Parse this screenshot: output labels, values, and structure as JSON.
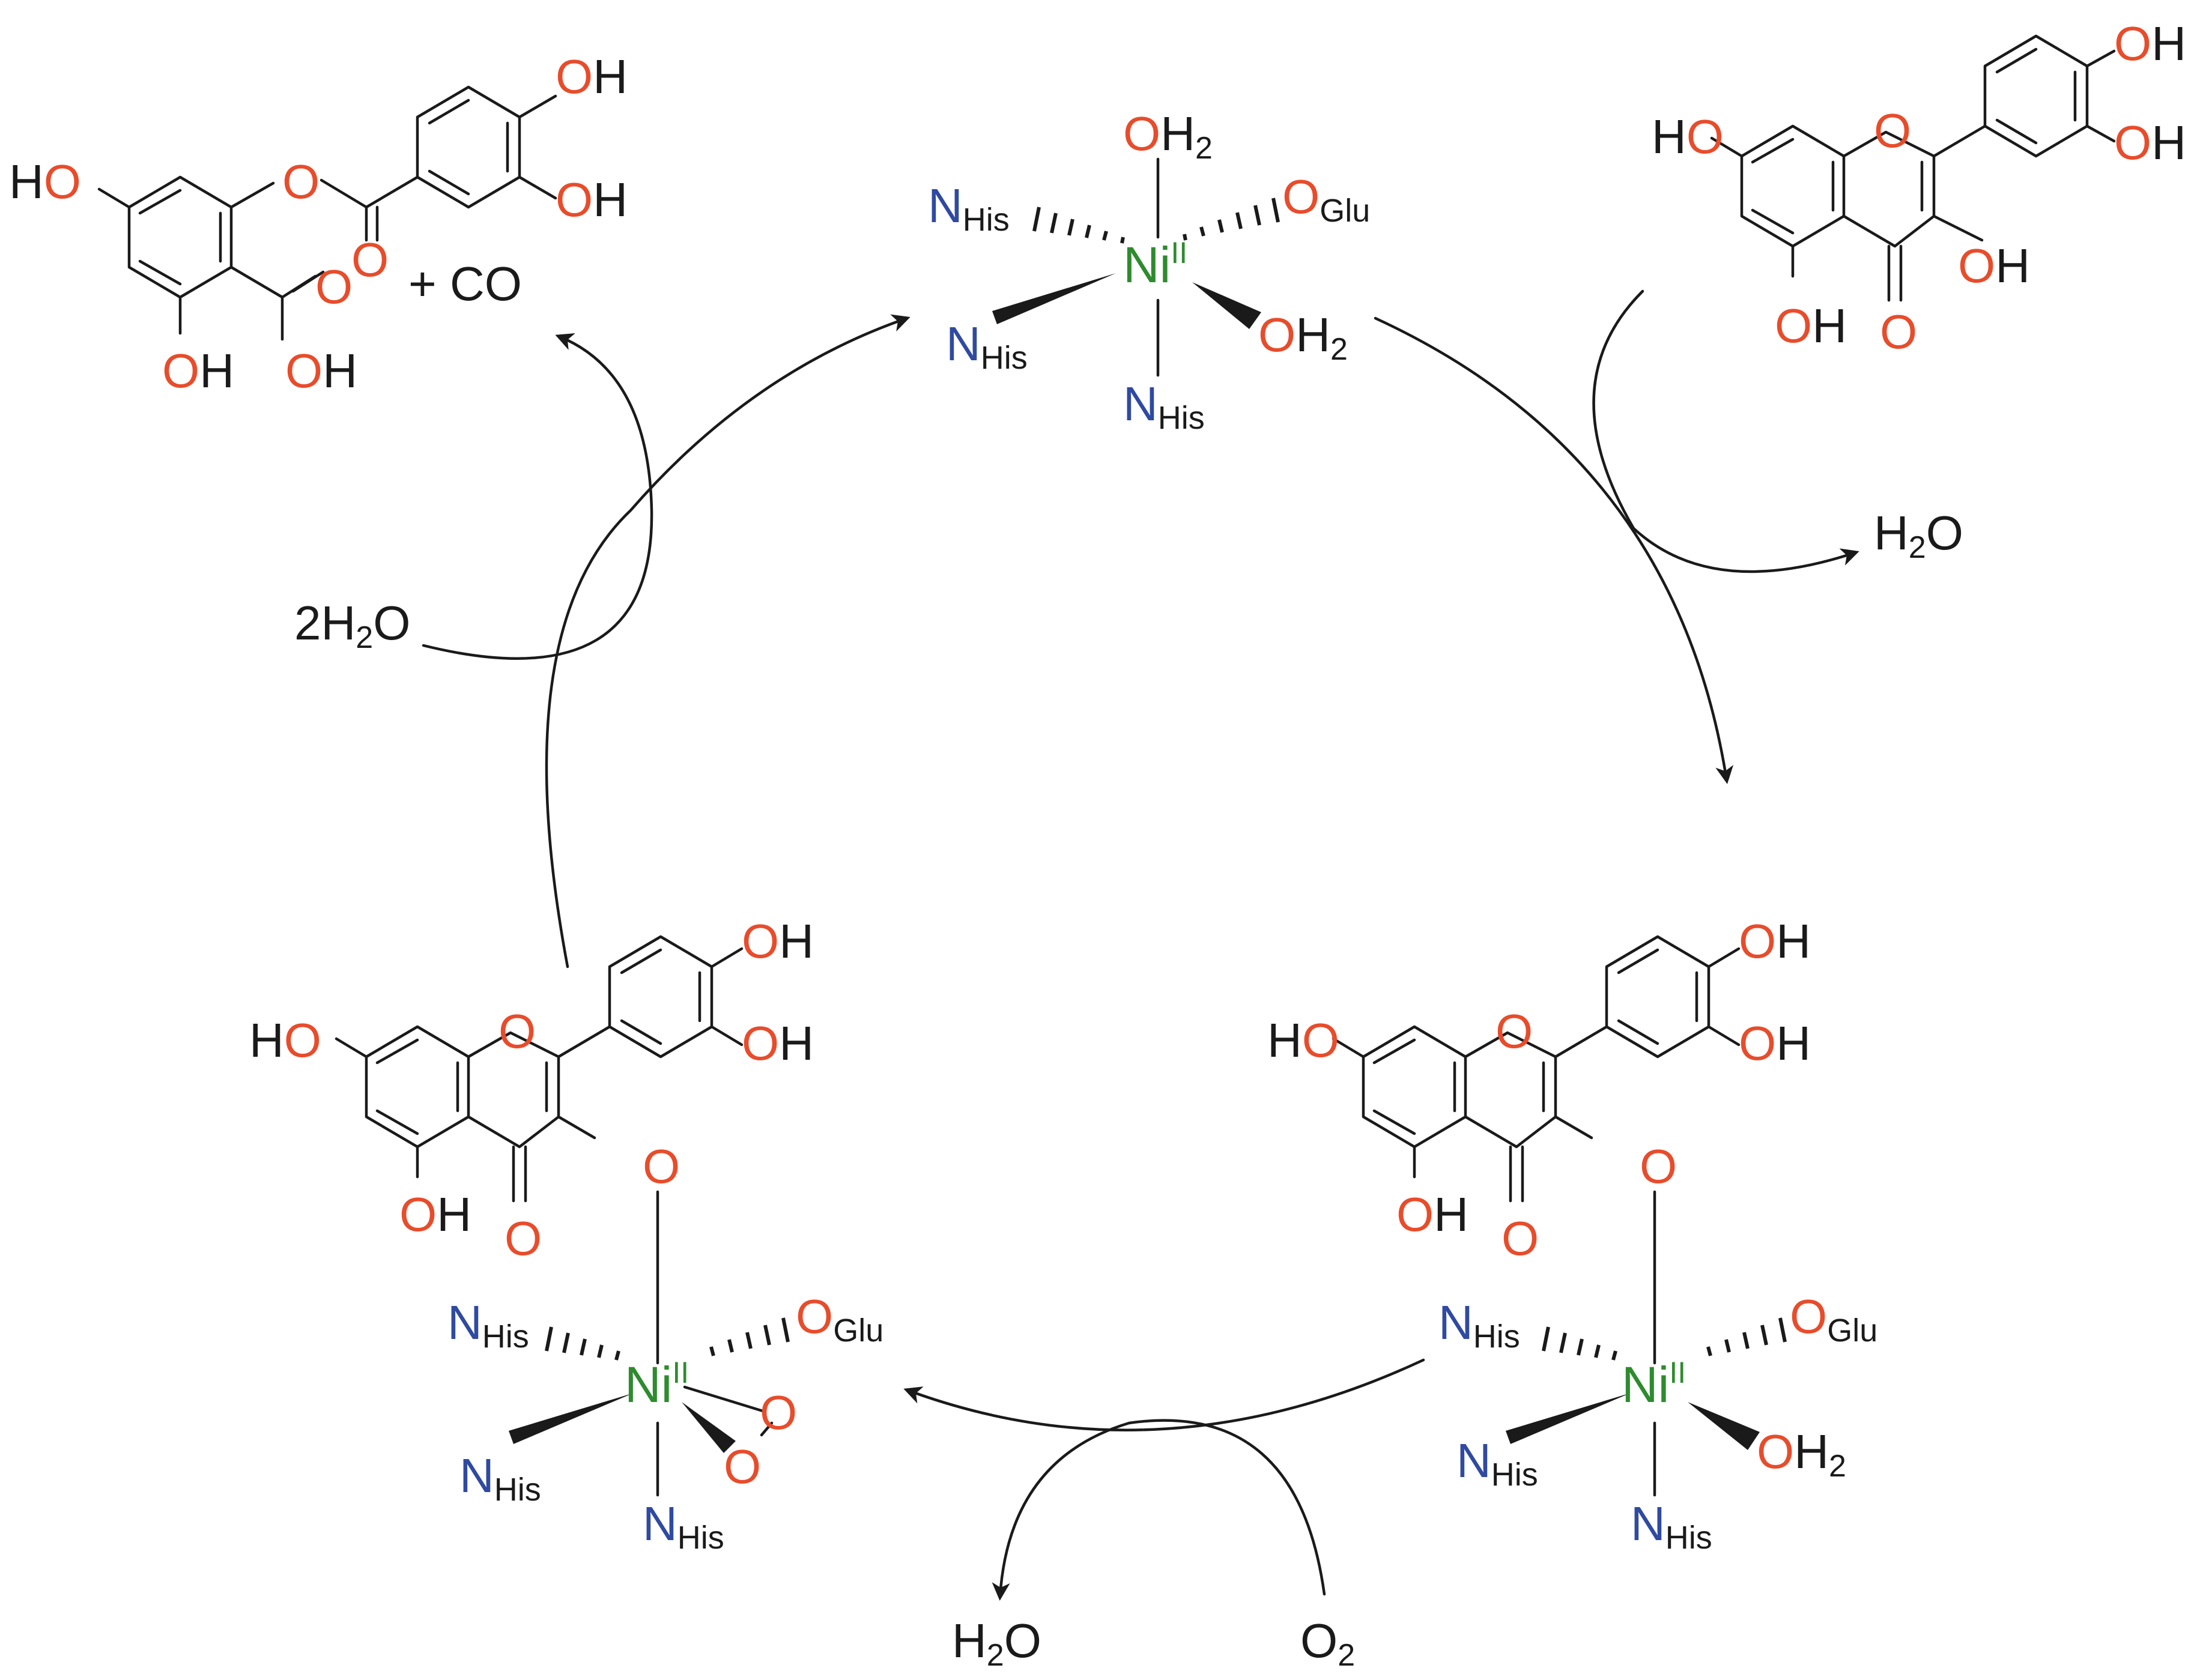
{
  "colors": {
    "bond": "#1a1a1a",
    "oxygen": "#e84c2b",
    "nitrogen": "#2f4aa0",
    "nickel": "#2e8b2e",
    "text": "#1a1a1a"
  },
  "labels": {
    "O": "O",
    "H": "H",
    "HO": "HO",
    "OH": "OH",
    "N": "N",
    "His": "His",
    "Glu": "Glu",
    "Ni": "Ni",
    "ox": "II",
    "H2": "H",
    "two": "2",
    "plus_co": "+ CO",
    "water_coef": "2H",
    "water_tail": "O",
    "o2_sub": "2"
  }
}
